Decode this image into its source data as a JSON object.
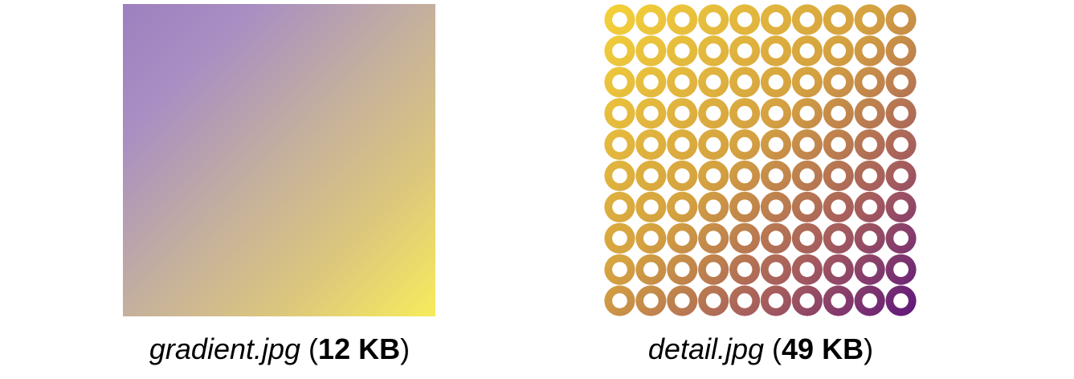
{
  "images": [
    {
      "filename": "gradient.jpg",
      "size": "12 KB"
    },
    {
      "filename": "detail.jpg",
      "size": "49 KB"
    }
  ],
  "colors": {
    "gradient_top_left": "#9d80bf",
    "gradient_bottom_right": "#f6ec5c",
    "detail_top_left": "#f4d23a",
    "detail_bottom_right": "#5e167c"
  },
  "detail_pattern": {
    "rows": 10,
    "columns": 10
  }
}
